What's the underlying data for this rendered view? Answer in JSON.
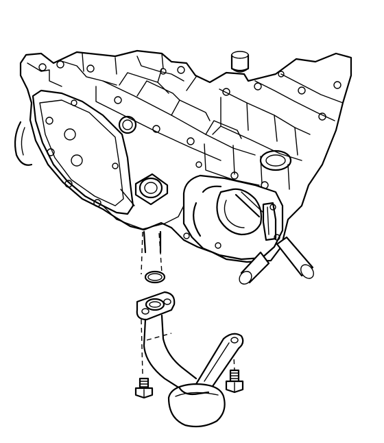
{
  "diagram": {
    "type": "exploded-view",
    "palette": {
      "line": "#000000",
      "background": "#ffffff"
    },
    "parts": [
      {
        "id": "engine-block",
        "shown": true
      },
      {
        "id": "oil-pump-pickup-tube",
        "shown": true
      },
      {
        "id": "pickup-strainer",
        "shown": true
      },
      {
        "id": "o-ring",
        "shown": true
      },
      {
        "id": "flange-gasket",
        "shown": true
      },
      {
        "id": "bolt-left",
        "shown": true
      },
      {
        "id": "bolt-right",
        "shown": true
      }
    ]
  }
}
